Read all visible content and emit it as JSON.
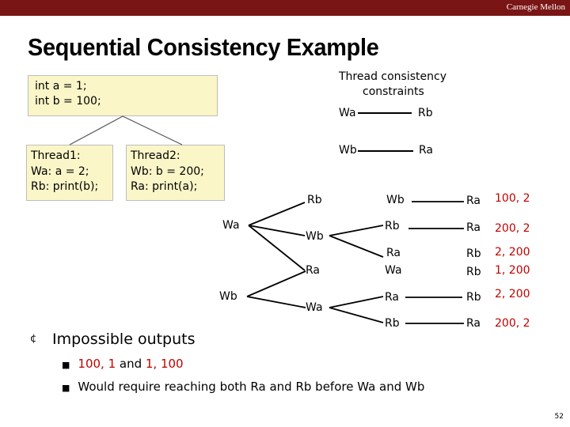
{
  "header": {
    "brand": "Carnegie Mellon"
  },
  "title": "Sequential Consistency Example",
  "boxes": {
    "init": "int a = 1;\nint b = 100;",
    "thread1": "Thread1:\nWa: a = 2;\nRb: print(b);",
    "thread2": "Thread2:\nWb: b = 200;\nRa: print(a);"
  },
  "constraints": {
    "title_line1": "Thread consistency",
    "title_line2": "constraints",
    "c1": {
      "from": "Wa",
      "to": "Rb"
    },
    "c2": {
      "from": "Wb",
      "to": "Ra"
    }
  },
  "tree": {
    "root_top": "Wa",
    "root_bottom": "Wb",
    "level2": [
      "Rb",
      "Wb",
      "Ra",
      "Wa"
    ],
    "level3": [
      "Wb",
      "Rb",
      "Ra",
      "Wa",
      "Ra",
      "Rb"
    ],
    "level4": [
      "Ra",
      "Ra",
      "Rb",
      "Rb",
      "Rb",
      "Ra"
    ],
    "outputs": [
      "100, 2",
      "200, 2",
      "2, 200",
      "1, 200",
      "2, 200",
      "200, 2"
    ]
  },
  "bullets": {
    "main": "Impossible outputs",
    "sub1_parts": [
      "100, 1",
      " and ",
      "1, 100"
    ],
    "sub2": "Would require reaching both Ra and Rb before Wa and Wb"
  },
  "page_number": "52",
  "colors": {
    "header_bar": "#7a1515",
    "box_fill": "#fbf6c8",
    "output_red": "#c00000"
  }
}
